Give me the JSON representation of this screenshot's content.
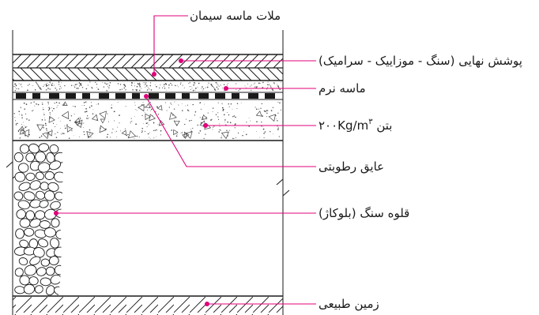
{
  "labels": {
    "cement_mortar": "ملات ماسه سیمان",
    "final_cover": "پوشش نهایی (سنگ - موزاییک - سرامیک)",
    "soft_sand": "ماسه نرم",
    "concrete_prefix": "بتن",
    "concrete_value": "۲۰۰Kg/m",
    "concrete_exp": "۳",
    "damp_proof": "عایق رطوبتی",
    "rubble_stone": "قلوه سنگ (بلوکاژ)",
    "natural_ground": "زمین طبیعی"
  },
  "colors": {
    "leader": "#e0007a",
    "ink": "#1a1a1a"
  }
}
